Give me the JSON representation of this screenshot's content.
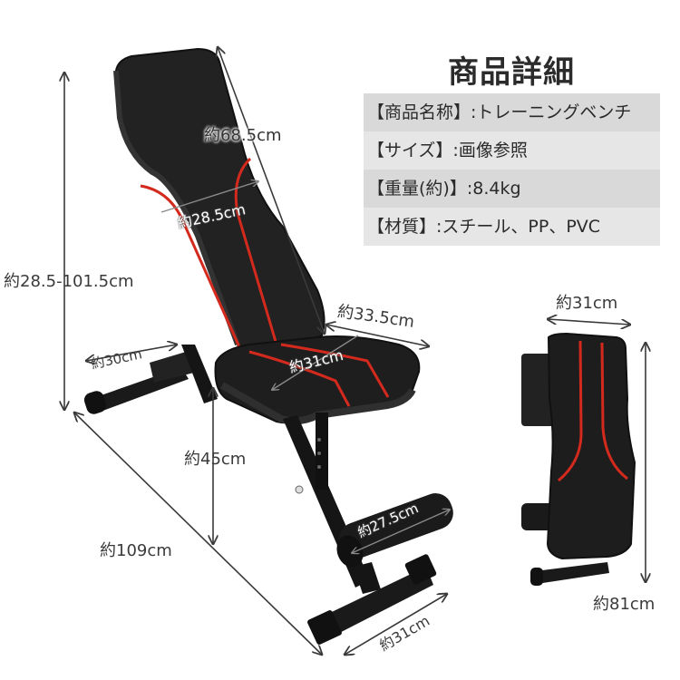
{
  "title": "商品詳細",
  "specs": [
    {
      "label": "【商品名称】:トレーニングベンチ"
    },
    {
      "label": "【サイズ】:画像参照"
    },
    {
      "label": "【重量(約)】:8.4kg"
    },
    {
      "label": "【材質】:スチール、PP、PVC"
    }
  ],
  "dimensions": {
    "backrest_length": "約68.5cm",
    "backrest_width": "約28.5cm",
    "height_range": "約28.5-101.5cm",
    "seat_length": "約33.5cm",
    "seat_width": "約31cm",
    "front_leg_width": "約30cm",
    "seat_height": "約45cm",
    "total_length": "約109cm",
    "leg_pad_width": "約27.5cm",
    "rear_base_width": "約31cm",
    "folded_width": "約31cm",
    "folded_height": "約81cm"
  },
  "colors": {
    "pad": "#1f1f1f",
    "pad_edge": "#2e2e2e",
    "stitch": "#d42a1e",
    "frame": "#141414",
    "arrow": "#3a3a3a"
  }
}
